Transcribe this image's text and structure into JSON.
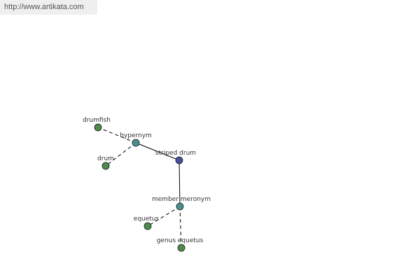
{
  "url": "http://www.artikata.com",
  "colors": {
    "center_node": "#4a4d9e",
    "relation_node": "#4a9090",
    "leaf_node": "#4e8a4a",
    "edge": "#000000"
  },
  "graph": {
    "center": {
      "id": "striped-drum",
      "label": "striped drum",
      "kind": "center"
    },
    "relations": [
      {
        "id": "hypernym",
        "label": "hypernym",
        "kind": "relation",
        "children": [
          {
            "id": "drumfish",
            "label": "drumfish",
            "kind": "leaf"
          },
          {
            "id": "drum",
            "label": "drum",
            "kind": "leaf"
          }
        ]
      },
      {
        "id": "member-meronym",
        "label": "member meronym",
        "kind": "relation",
        "children": [
          {
            "id": "equetus",
            "label": "equetus",
            "kind": "leaf"
          },
          {
            "id": "genus-equetus",
            "label": "genus equetus",
            "kind": "leaf"
          }
        ]
      }
    ]
  }
}
